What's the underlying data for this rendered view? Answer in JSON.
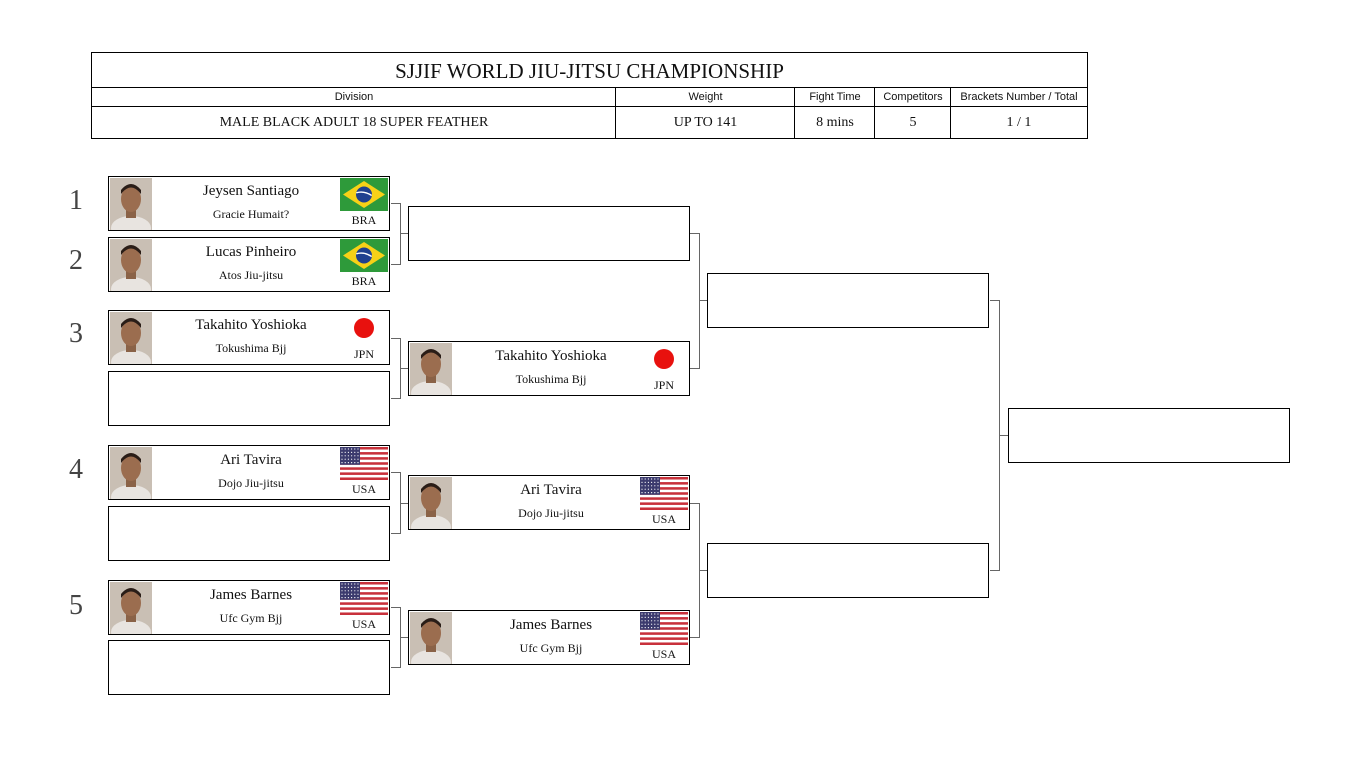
{
  "header": {
    "title": "SJJIF WORLD JIU-JITSU CHAMPIONSHIP",
    "labels": {
      "division": "Division",
      "weight": "Weight",
      "fight_time": "Fight Time",
      "competitors": "Competitors",
      "brackets": "Brackets Number / Total"
    },
    "values": {
      "division": "MALE BLACK ADULT 18 SUPER FEATHER",
      "weight": "UP TO 141",
      "fight_time": "8 mins",
      "competitors": "5",
      "brackets": "1 / 1"
    }
  },
  "seeds": [
    "1",
    "2",
    "3",
    "4",
    "5"
  ],
  "round1": [
    {
      "name": "Jeysen Santiago",
      "team": "Gracie Humait?",
      "country": "BRA",
      "flag": "brazil-flag"
    },
    {
      "name": "Lucas Pinheiro",
      "team": "Atos Jiu-jitsu",
      "country": "BRA",
      "flag": "brazil-flag"
    },
    {
      "name": "Takahito Yoshioka",
      "team": "Tokushima Bjj",
      "country": "JPN",
      "flag": "japan-flag"
    },
    {
      "name": "",
      "team": "",
      "country": "",
      "flag": ""
    },
    {
      "name": "Ari Tavira",
      "team": "Dojo Jiu-jitsu",
      "country": "USA",
      "flag": "usa-flag"
    },
    {
      "name": "",
      "team": "",
      "country": "",
      "flag": ""
    },
    {
      "name": "James Barnes",
      "team": "Ufc Gym Bjj",
      "country": "USA",
      "flag": "usa-flag"
    },
    {
      "name": "",
      "team": "",
      "country": "",
      "flag": ""
    }
  ],
  "round2": [
    {
      "name": "",
      "team": "",
      "country": "",
      "flag": ""
    },
    {
      "name": "Takahito Yoshioka",
      "team": "Tokushima Bjj",
      "country": "JPN",
      "flag": "japan-flag"
    },
    {
      "name": "Ari Tavira",
      "team": "Dojo Jiu-jitsu",
      "country": "USA",
      "flag": "usa-flag"
    },
    {
      "name": "James Barnes",
      "team": "Ufc Gym Bjj",
      "country": "USA",
      "flag": "usa-flag"
    }
  ],
  "round3": [
    {
      "name": "",
      "team": "",
      "country": "",
      "flag": ""
    },
    {
      "name": "",
      "team": "",
      "country": "",
      "flag": ""
    }
  ],
  "final": [
    {
      "name": "",
      "team": "",
      "country": "",
      "flag": ""
    }
  ],
  "colors": {
    "line": "#666666",
    "border": "#000000",
    "japan_red": "#e8110e",
    "brazil_green": "#2e9a3a",
    "brazil_yellow": "#f7d117",
    "brazil_blue": "#20408f",
    "usa_red": "#c8313b",
    "usa_blue": "#3c3b6e"
  }
}
